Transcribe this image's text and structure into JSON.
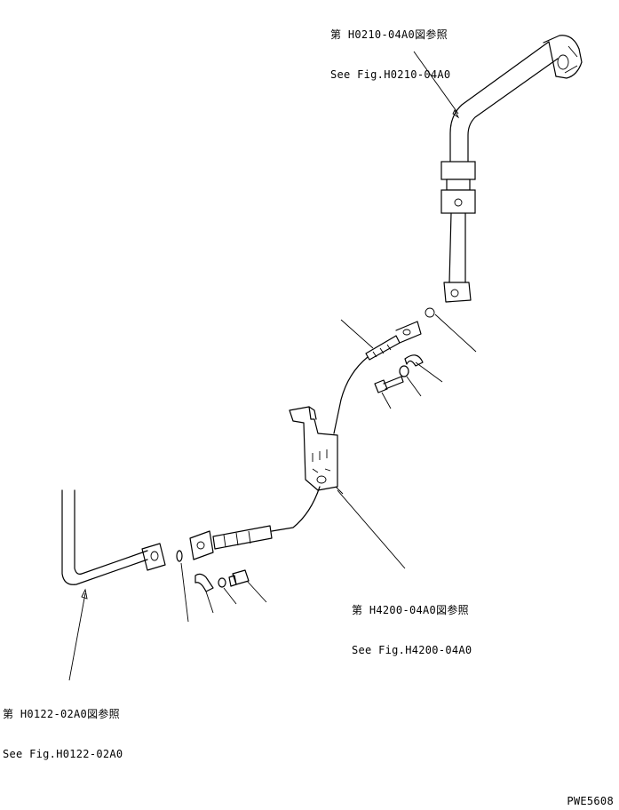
{
  "references": {
    "top": {
      "jp": "第 H0210-04A0図参照",
      "en": "See Fig.H0210-04A0"
    },
    "middle": {
      "jp": "第 H4200-04A0図参照",
      "en": "See Fig.H4200-04A0"
    },
    "left": {
      "jp": "第 H0122-02A0図参照",
      "en": "See Fig.H0122-02A0"
    }
  },
  "drawing_code": "PWE5608"
}
